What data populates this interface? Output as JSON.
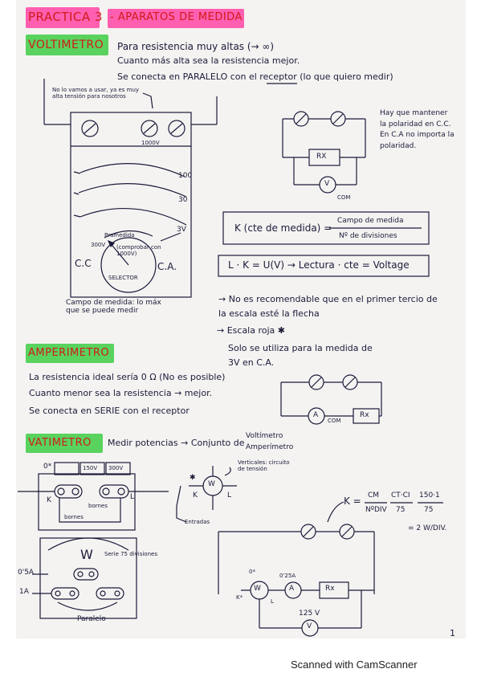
{
  "title": {
    "practica": "PRACTICA 3",
    "subject": "- APARATOS DE MEDIDA"
  },
  "voltimetro": {
    "heading": "VOLTIMETRO",
    "line1": "Para resistencia muy altas (→ ∞)",
    "line2": "Cuanto más alta sea la resistencia mejor.",
    "line3": "Se conecta en PARALELO con el receptor (lo que quiero medir)",
    "note_no": "No lo vamos a usar, ya es muy alta tensión para nosotros",
    "label_1000v": "1000V",
    "scale_100": "100",
    "scale_30": "30",
    "scale_3v": "3V",
    "pramedida": "Pramedida",
    "label_300v": "300V",
    "comprobar": "(comprobar con 1000V)",
    "cc": "C.C",
    "ca": "C.A.",
    "selector": "SELECTOR",
    "campo_note": "Campo de medida: lo máx que se puede medir",
    "polaridad_note": "Hay que mantener la polaridad en C.C. En C.A no importa la polaridad.",
    "rx": "RX",
    "v": "V",
    "com": "COM",
    "formula_k_left": "K (cte de medida) =",
    "formula_k_num": "Campo de medida",
    "formula_k_den": "Nº de divisiones",
    "formula_l": "L · K = U(V) → Lectura · cte = Voltage",
    "no_recomendable": "→ No es recomendable que en el primer tercio de la escala esté la flecha",
    "escala_roja": "→ Escala roja ✱",
    "solo_se": "Solo se utiliza para la medida de",
    "tres_v": "3V en C.A."
  },
  "amperimetro": {
    "heading": "AMPERIMETRO",
    "line1": "La resistencia ideal sería 0 Ω (No es posible)",
    "line2": "Cuanto menor sea la resistencia → mejor.",
    "line3": "Se conecta en SERIE con el receptor",
    "a": "A",
    "com": "COM",
    "rx": "Rx"
  },
  "vatimetro": {
    "heading": "VATIMETRO",
    "line1": "Medir potencias → Conjunto de",
    "conj1": "Voltímetro",
    "conj2": "Amperímetro",
    "label_0": "0*",
    "label_150": "150V",
    "label_300": "300V",
    "label_k": "K",
    "label_l": "L",
    "label_w": "W",
    "label_star": "✱",
    "borna_right": "bornes",
    "borna_left": "bornes",
    "entradas": "Entradas",
    "verticales": "Verticales: circuito de tensión",
    "serie": "Serie 75 divisiones",
    "label_05a": "0'5A",
    "label_1a": "1A",
    "paralelo": "Paralelo",
    "formula_k": "K =",
    "cm": "CM",
    "ndiv": "NºDIV",
    "ct_ci": "CT·CI",
    "denom75a": "75",
    "num150": "150·1",
    "denom75b": "75",
    "result": "= 2 W/DIV.",
    "label_o": "0*",
    "label_025a": "0'25A",
    "a": "A",
    "rx": "Rx",
    "label_125v": "125 V",
    "v": "V",
    "k_star": "K*",
    "l_label": "L"
  },
  "page_number": "1",
  "footer": "Scanned with CamScanner"
}
